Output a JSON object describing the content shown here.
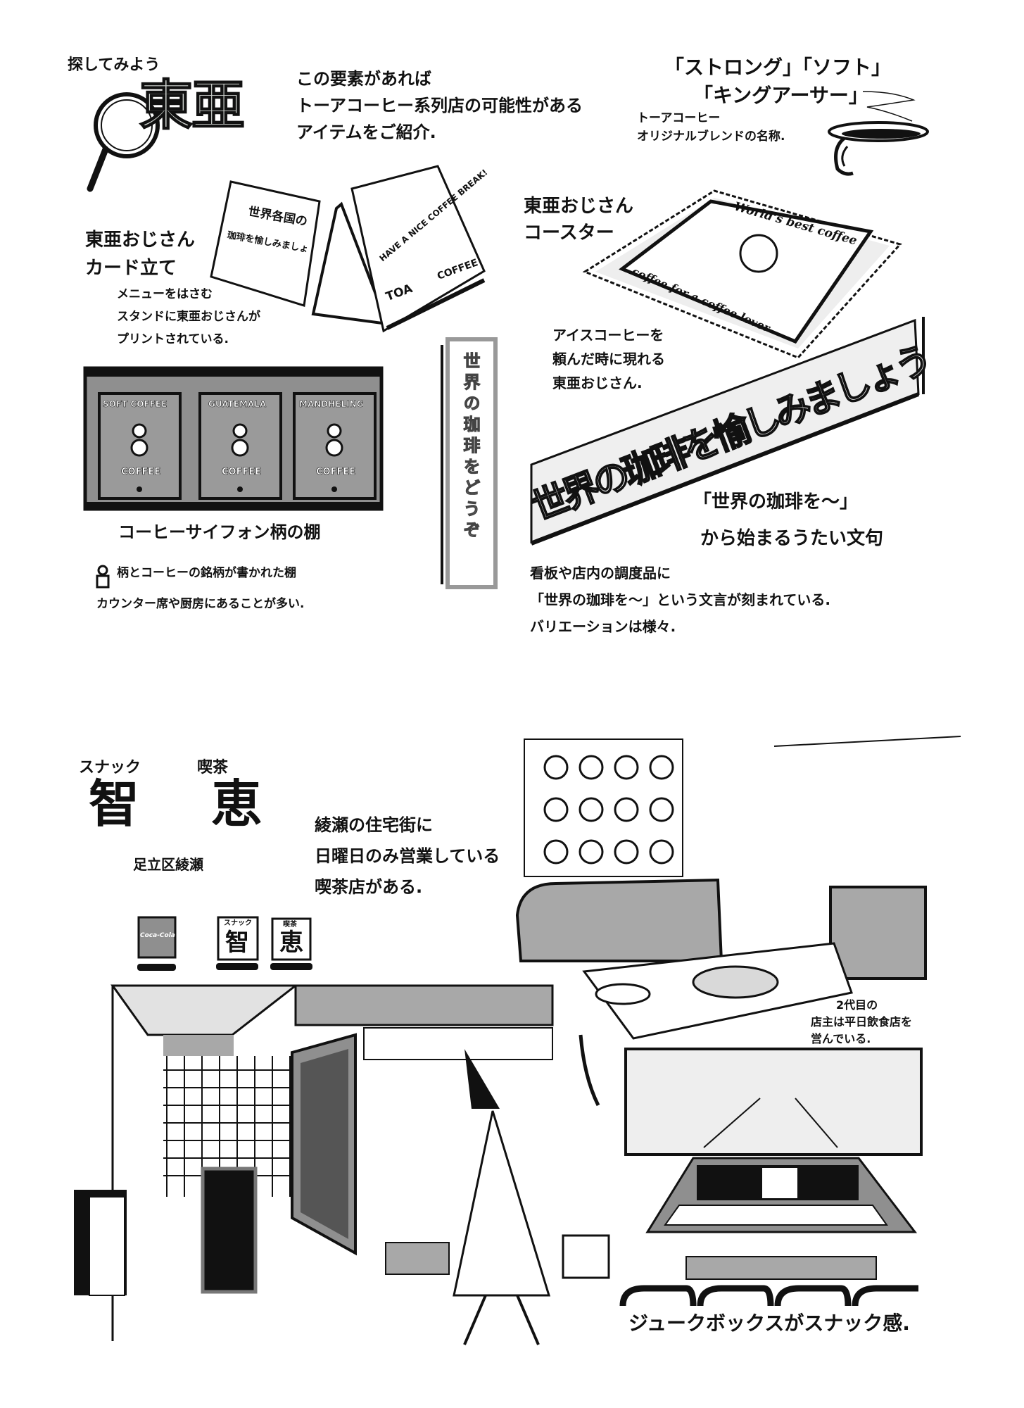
{
  "top": {
    "search_label": "探してみよう",
    "toa_logo": "東亜",
    "intro": [
      "この要素があれば",
      "トーアコーヒー系列店の可能性がある",
      "アイテムをご紹介."
    ],
    "blends": [
      "「ストロング」「ソフト」",
      "「キングアーサー」"
    ],
    "blend_note": [
      "トーアコーヒー",
      "オリジナルブレンドの名称."
    ],
    "card_stand": {
      "title": [
        "東亜おじさん",
        "カード立て"
      ],
      "note": [
        "メニューをはさむ",
        "スタンドに東亜おじさんが",
        "プリントされている."
      ],
      "card_left": [
        "世界各国の",
        "珈琲を愉しみましょ"
      ],
      "card_right": [
        "HAVE A NICE COFFEE BREAK!",
        "TOA",
        "COFFEE"
      ]
    },
    "coaster": {
      "title": [
        "東亜おじさん",
        "コースター"
      ],
      "text_top": "World's best coffee",
      "text_bottom": "coffee for a coffee lover",
      "note": [
        "アイスコーヒーを",
        "頼んだ時に現れる",
        "東亜おじさん."
      ]
    },
    "vertical_sign": "世界の珈琲をどうぞ",
    "shelf": {
      "panels": [
        {
          "name": "SOFT COFFEE",
          "sub": "COFFEE"
        },
        {
          "name": "GUATEMALA",
          "sub": "COFFEE"
        },
        {
          "name": "MANDHELING",
          "sub": "COFFEE"
        }
      ],
      "title": "コーヒーサイフォン柄の棚",
      "note": [
        "柄とコーヒーの銘柄が書かれた棚",
        "カウンター席や厨房にあることが多い."
      ]
    },
    "banner": {
      "text": "世界の珈琲を愉しみましょう",
      "caption": [
        "「世界の珈琲を〜」",
        "から始まるうたい文句"
      ],
      "note": [
        "看板や店内の調度品に",
        "「世界の珈琲を〜」という文言が刻まれている.",
        "バリエーションは様々."
      ]
    }
  },
  "bottom": {
    "shop": {
      "snack_label": "スナック",
      "kissa_label": "喫茶",
      "name_1": "智",
      "name_2": "恵"
    },
    "location": "足立区綾瀬",
    "description": [
      "綾瀬の住宅街に",
      "日曜日のみ営業している",
      "喫茶店がある."
    ],
    "signs": {
      "cola": "Coca-Cola",
      "snack_sign": [
        "スナック",
        "智"
      ],
      "kissa_sign": [
        "喫茶",
        "恵"
      ]
    },
    "owner_note": [
      "2代目の",
      "店主は平日飲食店を",
      "営んでいる."
    ],
    "jukebox_caption": "ジュークボックスがスナック感."
  },
  "colors": {
    "ink": "#111111",
    "gray": "#8f8f8f",
    "light_gray": "#d9d9d9",
    "mid_gray": "#a8a8a8"
  }
}
